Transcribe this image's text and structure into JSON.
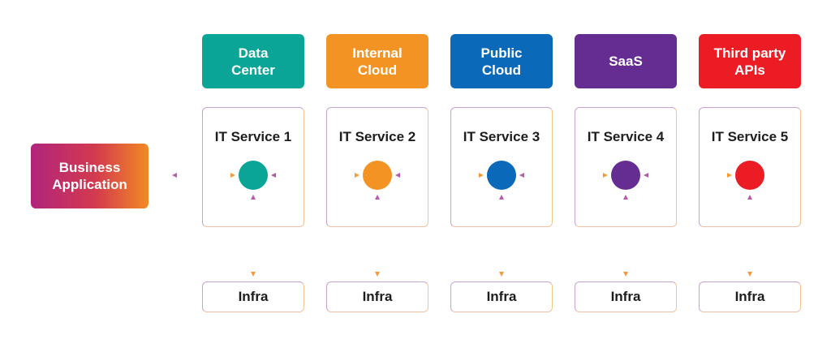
{
  "business_application": {
    "label": "Business\nApplication"
  },
  "columns": [
    {
      "environment": "Data\nCenter",
      "env_color": "#0aa597",
      "service": "IT Service 1",
      "node_color": "#0aa597",
      "infra": "Infra"
    },
    {
      "environment": "Internal\nCloud",
      "env_color": "#f39324",
      "service": "IT Service 2",
      "node_color": "#f39324",
      "infra": "Infra"
    },
    {
      "environment": "Public\nCloud",
      "env_color": "#0a69b9",
      "service": "IT Service 3",
      "node_color": "#0a69b9",
      "infra": "Infra"
    },
    {
      "environment": "SaaS",
      "env_color": "#652d91",
      "service": "IT Service 4",
      "node_color": "#652d91",
      "infra": "Infra"
    },
    {
      "environment": "Third party\nAPIs",
      "env_color": "#ec1c24",
      "service": "IT Service 5",
      "node_color": "#ec1c24",
      "infra": "Infra"
    }
  ],
  "colors": {
    "connector_left": "#b55aa6",
    "connector_right": "#f29a3c"
  }
}
